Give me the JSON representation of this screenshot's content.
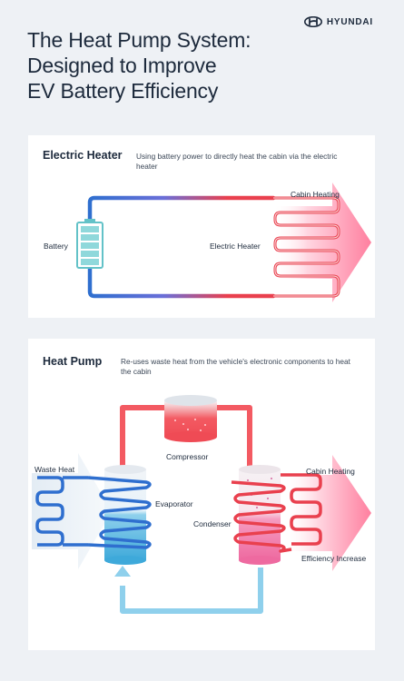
{
  "brand": {
    "name": "HYUNDAI",
    "logo_icon": "hyundai-logo-icon"
  },
  "title": {
    "lines": [
      "The Heat Pump System:",
      "Designed to Improve",
      "EV Battery Efficiency"
    ]
  },
  "colors": {
    "cold_blue": "#2f6fcf",
    "hot_red": "#e9404e",
    "return_light_blue": "#8fd0ec",
    "compressor_red": "#f35a62",
    "arrow_pink": "#ff8cab"
  },
  "electric_heater": {
    "title": "Electric Heater",
    "description": "Using battery power to directly heat the cabin via the electric heater",
    "labels": {
      "battery": "Battery",
      "heater": "Electric Heater",
      "cabin": "Cabin Heating"
    }
  },
  "heat_pump": {
    "title": "Heat Pump",
    "description": "Re-uses waste heat from the vehicle's electronic components to heat the cabin",
    "labels": {
      "compressor": "Compressor",
      "waste_heat": "Waste Heat",
      "evaporator": "Evaporator",
      "condenser": "Condenser",
      "cabin": "Cabin Heating",
      "efficiency": "Efficiency Increase"
    }
  }
}
